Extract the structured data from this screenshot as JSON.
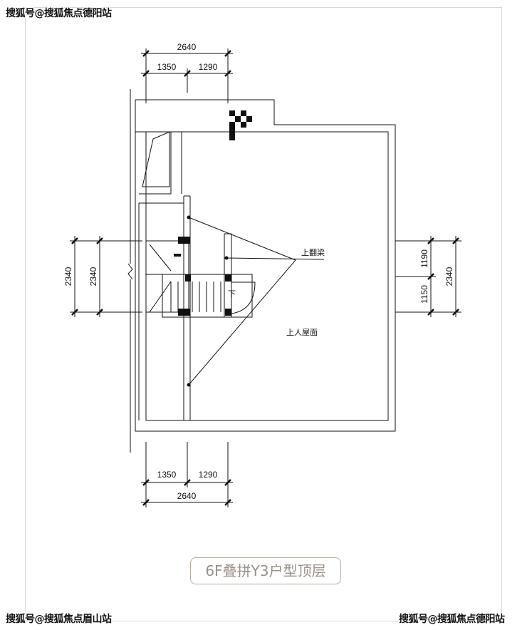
{
  "watermarks": {
    "top_left": "搜狐号@搜狐焦点德阳站",
    "bottom_left": "搜狐号@搜狐焦点眉山站",
    "bottom_right": "搜狐号@搜狐焦点德阳站"
  },
  "caption": "6F叠拼Y3户型顶层",
  "dimensions": {
    "top": {
      "total": "2640",
      "left": "1350",
      "right": "1290"
    },
    "bottom": {
      "total": "2640",
      "left": "1350",
      "right": "1290"
    },
    "left": {
      "outer": "2340",
      "inner": "2340"
    },
    "right": {
      "upper": "1190",
      "lower": "1150",
      "total": "2340"
    }
  },
  "annotations": {
    "beam": "上翻梁",
    "roof": "上人屋面",
    "stair_down": "下"
  }
}
